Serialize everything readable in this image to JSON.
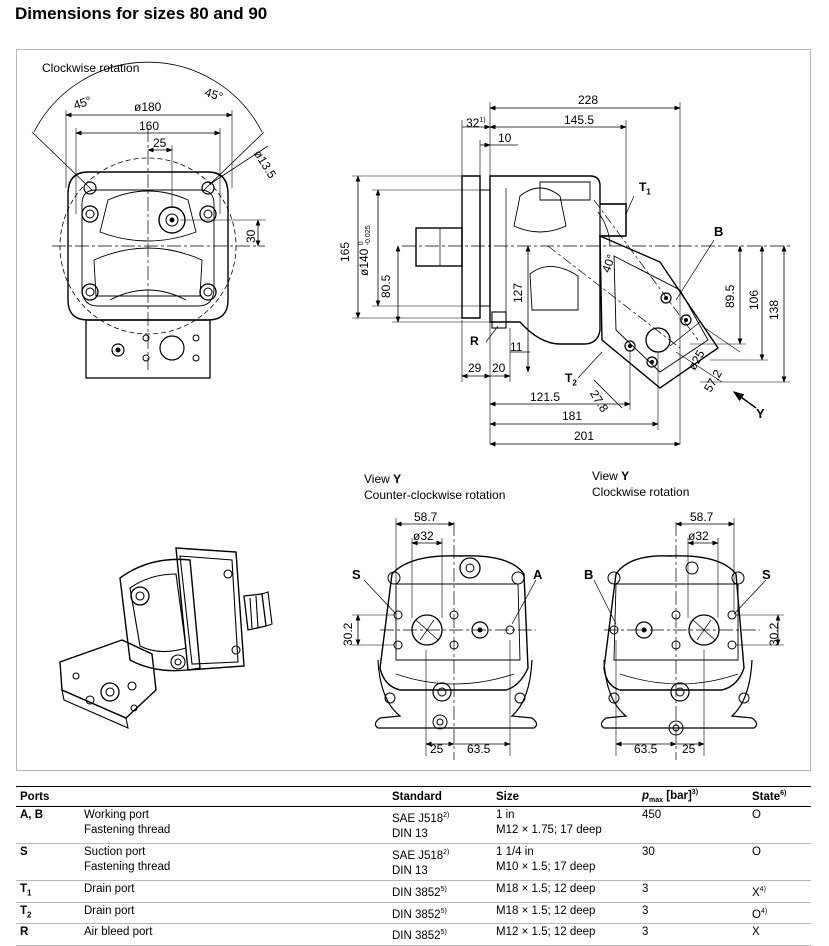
{
  "title": "Dimensions for sizes 80 and 90",
  "views": {
    "front_caption": "Clockwise rotation",
    "view_y_ccw": {
      "line1_prefix": "View ",
      "line1_bold": "Y",
      "line2": "Counter-clockwise rotation"
    },
    "view_y_cw": {
      "line1_prefix": "View ",
      "line1_bold": "Y",
      "line2": "Clockwise rotation"
    }
  },
  "dimensions": {
    "front": {
      "a45_left": "45°",
      "a45_right": "45°",
      "d180": "ø180",
      "w160": "160",
      "w25": "25",
      "d13_5": "ø13.5",
      "h30": "30"
    },
    "side": {
      "l228": "228",
      "l145_5": "145.5",
      "l32": "32",
      "l32_note": "1)",
      "l10": "10",
      "h165": "165",
      "d140": "ø140",
      "d140_tol_upper": "0",
      "d140_tol_lower": "-0.025",
      "h80_5": "80.5",
      "h127": "127",
      "h89_5": "89.5",
      "h106": "106",
      "h138": "138",
      "a40": "40°",
      "d25": "ø25",
      "l57_2": "57.2",
      "l27_8": "27.8",
      "l29": "29",
      "l20": "20",
      "l11": "11",
      "l121_5": "121.5",
      "l181": "181",
      "l201": "201",
      "port_T1": "T",
      "port_T1_sub": "1",
      "port_T2": "T",
      "port_T2_sub": "2",
      "port_B": "B",
      "port_R": "R",
      "view_arrow": "Y"
    },
    "ccw": {
      "w58_7": "58.7",
      "d32": "ø32",
      "h30_2": "30.2",
      "w25": "25",
      "w63_5": "63.5",
      "port_S": "S",
      "port_A": "A"
    },
    "cw": {
      "w58_7": "58.7",
      "d32": "ø32",
      "h30_2": "30.2",
      "w63_5": "63.5",
      "w25": "25",
      "port_B": "B",
      "port_S": "S"
    }
  },
  "ports_table": {
    "headers": {
      "ports": "Ports",
      "standard": "Standard",
      "size": "Size",
      "pmax": "p",
      "pmax_sub": "max",
      "pmax_unit": " [bar]",
      "pmax_note": "3)",
      "state": "State",
      "state_note": "6)"
    },
    "rows": [
      {
        "port": "A, B",
        "desc1": "Working port",
        "desc2": "Fastening thread",
        "std1": "SAE J518",
        "std1_note": "2)",
        "std2": "DIN 13",
        "size1": "1 in",
        "size2": "M12 × 1.75; 17 deep",
        "pmax": "450",
        "state": "O"
      },
      {
        "port": "S",
        "desc1": "Suction port",
        "desc2": "Fastening thread",
        "std1": "SAE J518",
        "std1_note": "2)",
        "std2": "DIN 13",
        "size1": "1 1/4 in",
        "size2": "M10 × 1.5; 17 deep",
        "pmax": "30",
        "state": "O"
      },
      {
        "port": "T",
        "port_sub": "1",
        "desc1": "Drain port",
        "std1": "DIN 3852",
        "std1_note": "5)",
        "size1": "M18 × 1.5; 12 deep",
        "pmax": "3",
        "state": "X",
        "state_note": "4)"
      },
      {
        "port": "T",
        "port_sub": "2",
        "desc1": "Drain port",
        "std1": "DIN 3852",
        "std1_note": "5)",
        "size1": "M18 × 1.5; 12 deep",
        "pmax": "3",
        "state": "O",
        "state_note": "4)"
      },
      {
        "port": "R",
        "desc1": "Air bleed port",
        "std1": "DIN 3852",
        "std1_note": "5)",
        "size1": "M12 × 1.5; 12 deep",
        "pmax": "3",
        "state": "X"
      }
    ]
  }
}
